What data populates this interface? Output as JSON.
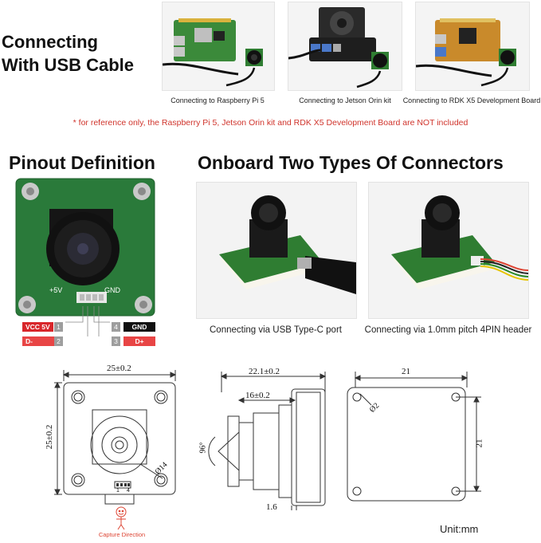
{
  "usb_section": {
    "title_line1": "Connecting",
    "title_line2": "With USB Cable",
    "photos": [
      {
        "caption": "Connecting to Raspberry Pi 5"
      },
      {
        "caption": "Connecting to Jetson Orin kit"
      },
      {
        "caption": "Connecting to RDK X5 Development Board"
      }
    ],
    "note": "* for reference only, the Raspberry Pi 5, Jetson Orin kit and RDK X5 Development Board are NOT included"
  },
  "pinout": {
    "title": "Pinout Definition",
    "board_labels": {
      "vcc": "+5V",
      "gnd": "GND"
    },
    "pins": [
      {
        "num": "1",
        "name": "VCC 5V",
        "color": "#d8262a"
      },
      {
        "num": "2",
        "name": "D-",
        "color": "#e84545"
      },
      {
        "num": "4",
        "name": "GND",
        "color": "#111111"
      },
      {
        "num": "3",
        "name": "D+",
        "color": "#e84545"
      }
    ]
  },
  "connectors": {
    "title": "Onboard Two Types Of Connectors",
    "items": [
      {
        "caption": "Connecting via USB Type-C port"
      },
      {
        "caption": "Connecting via 1.0mm pitch 4PIN header"
      }
    ]
  },
  "drawings": {
    "front": {
      "width_dim": "25±0.2",
      "height_dim": "25±0.2",
      "lens_dim": "Ø14",
      "pin_left": "1",
      "pin_right": "4",
      "capture_label": "Capture Direction"
    },
    "side": {
      "total_dim": "22.1±0.2",
      "lens_dim": "16±0.2",
      "angle": "96°",
      "thickness": "1.6"
    },
    "back": {
      "width_dim": "21",
      "height_dim": "21",
      "hole_dim": "Ø2"
    },
    "unit": "Unit:mm"
  }
}
